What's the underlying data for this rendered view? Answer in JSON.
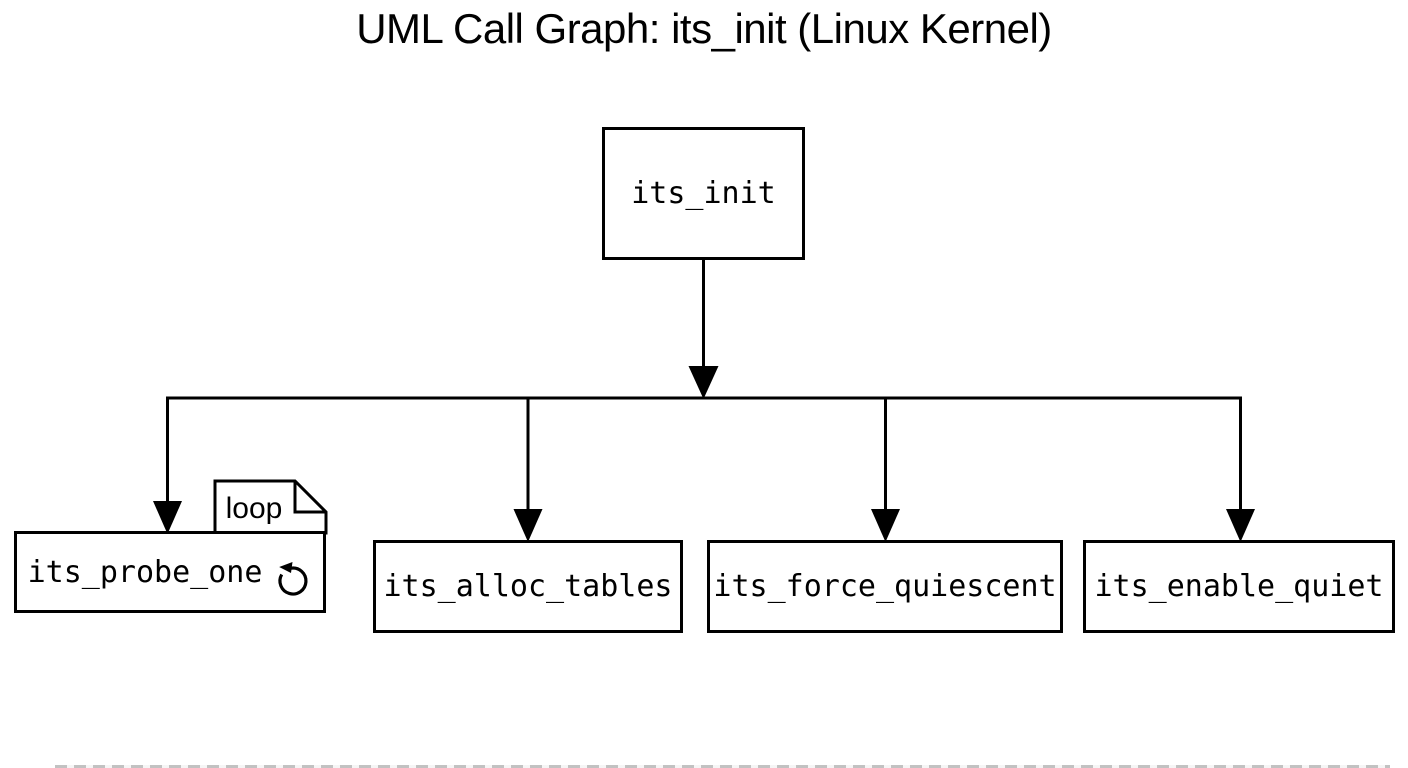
{
  "title": "UML Call Graph: its_init (Linux Kernel)",
  "diagram": {
    "root": {
      "label": "its_init"
    },
    "children": [
      {
        "label": "its_probe_one",
        "note": "loop",
        "icon": "loop-icon"
      },
      {
        "label": "its_alloc_tables"
      },
      {
        "label": "its_force_quiescent"
      },
      {
        "label": "its_enable_quiet"
      }
    ]
  },
  "colors": {
    "line": "#000000",
    "background": "#ffffff",
    "node_fill": "#ffffff",
    "text": "#000000"
  }
}
